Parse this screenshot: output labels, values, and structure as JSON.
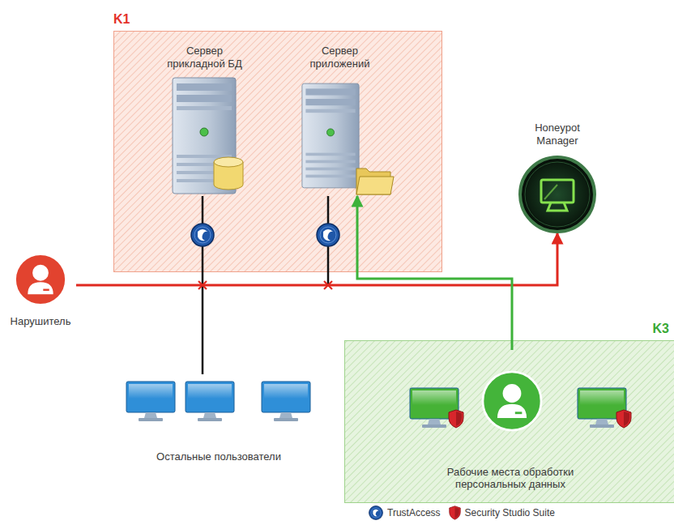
{
  "diagram": {
    "nodes": [
      {
        "text": [
          "K1"
        ]
      },
      {
        "text": [
          "Сервер прикладной БД"
        ],
        "in": 0
      },
      {
        "text": [
          "Сервер приложений"
        ],
        "in": 0
      },
      {
        "text": [
          "Honeypot Manager"
        ]
      },
      {
        "text": [
          "Нарушитель"
        ]
      },
      {
        "text": [
          "Остальные пользователи"
        ]
      },
      {
        "text": [
          "K3"
        ]
      },
      {
        "text": [
          "Рабочие места обработки персональных данных"
        ],
        "in": 6
      }
    ],
    "edges": [
      {
        "from": 4,
        "to": 3,
        "arrow": "to"
      },
      {
        "from": 7,
        "to": 2,
        "arrow": "to"
      },
      {
        "from": 5,
        "to": 1,
        "arrow": "none"
      }
    ],
    "legend": [
      {
        "text": "TrustAccess"
      },
      {
        "text": "Security Studio Suite"
      }
    ]
  }
}
